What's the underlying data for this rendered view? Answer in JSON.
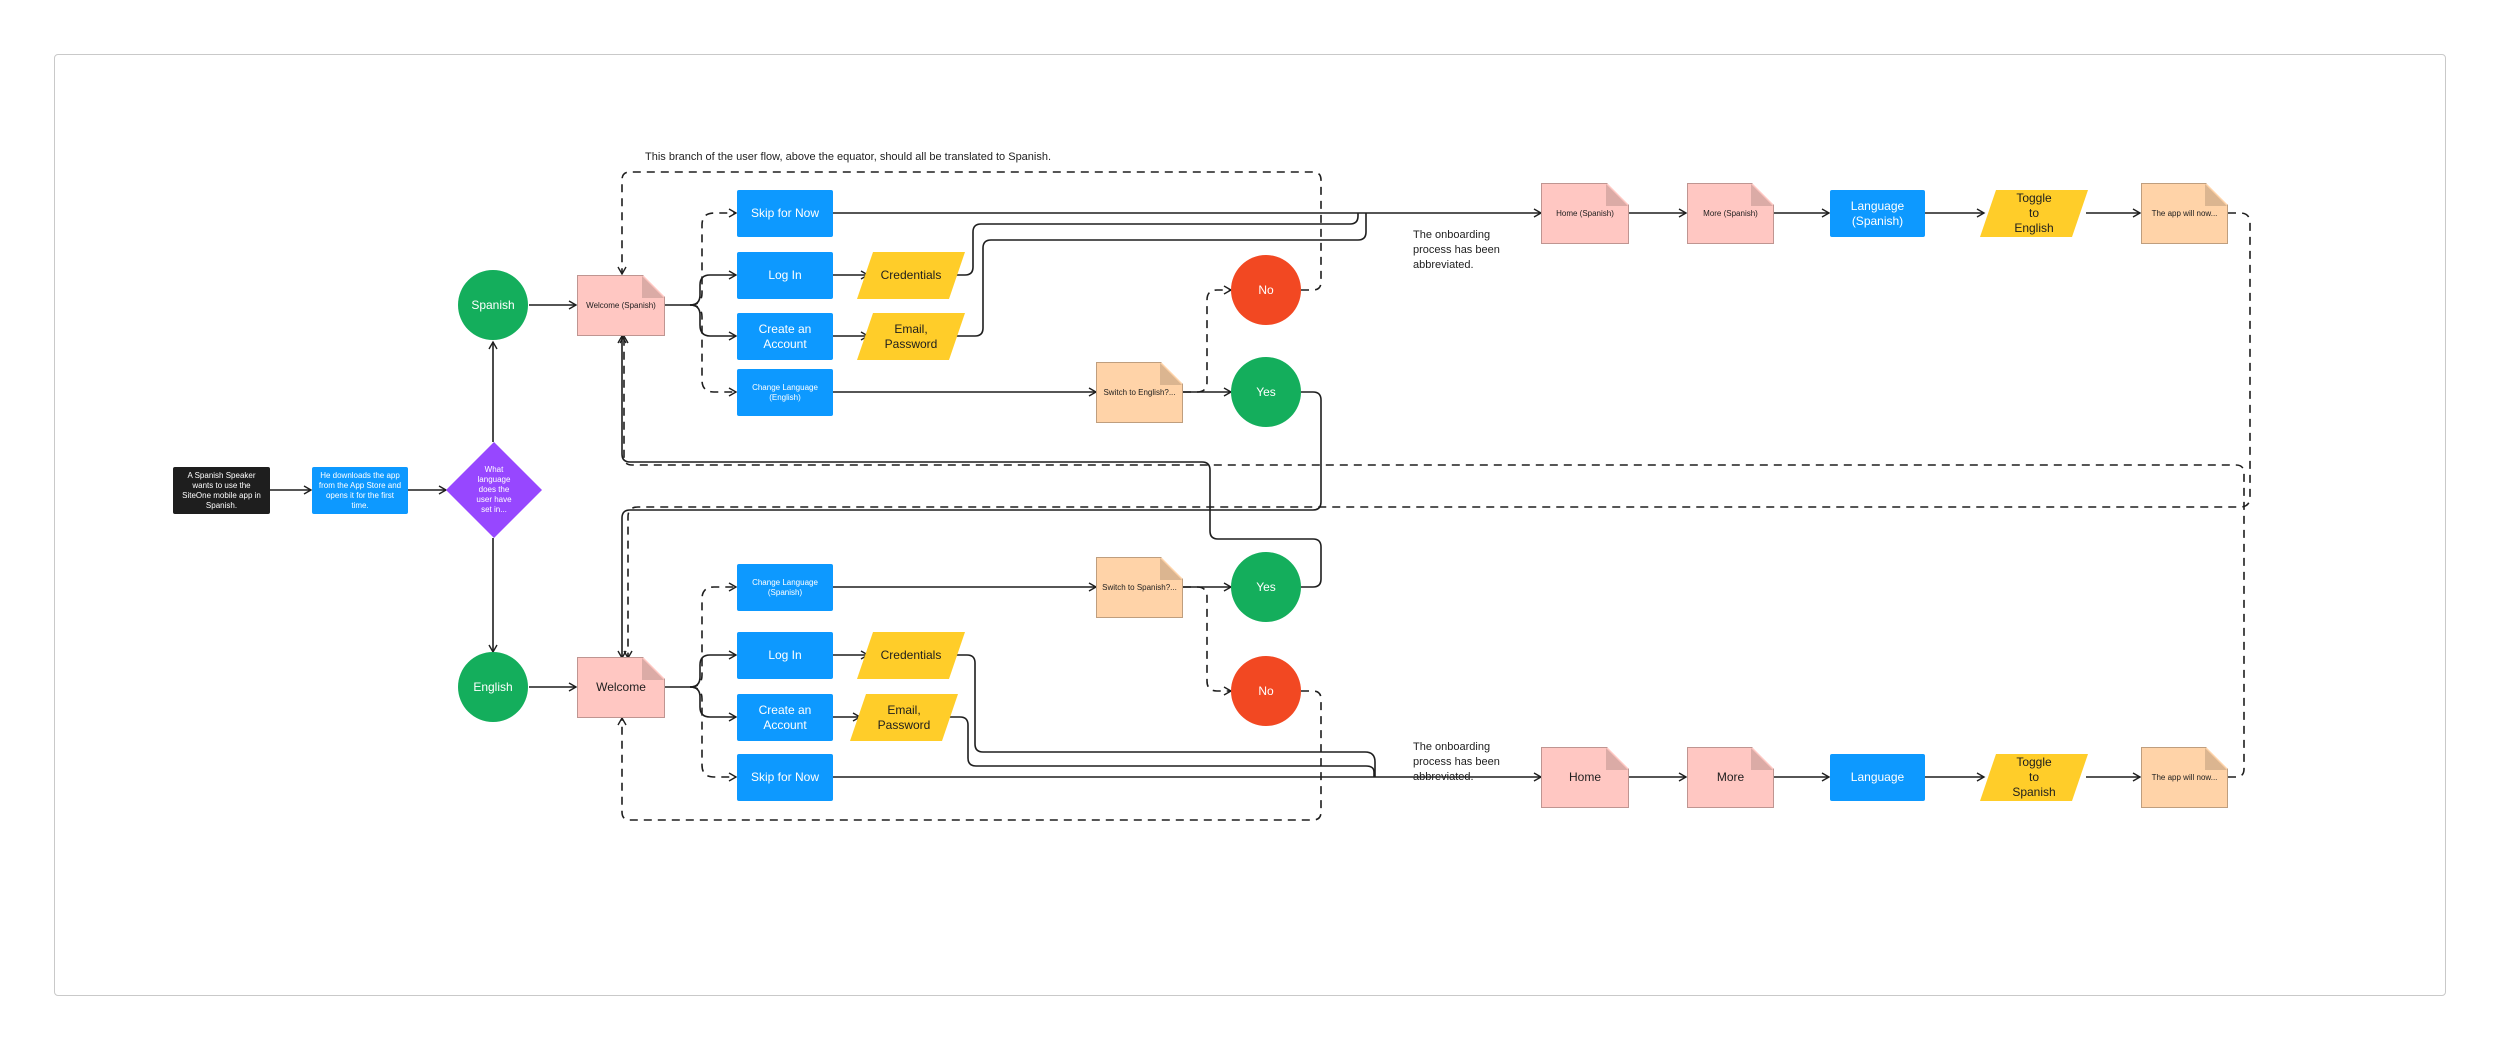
{
  "nodes": {
    "start": "A Spanish Speaker wants to use the SiteOne mobile app in Spanish.",
    "download": "He downloads the app from the App Store and opens it for the first time.",
    "decision": "What language does the user have set in...",
    "spanish": "Spanish",
    "english": "English",
    "welcome_spanish": "Welcome (Spanish)",
    "welcome": "Welcome",
    "skip_top": "Skip for Now",
    "login_top": "Log In",
    "create_top": "Create an Account",
    "change_lang_top": "Change Language (English)",
    "credentials_top": "Credentials",
    "email_top": "Email, Password",
    "switch_english": "Switch to English?...",
    "no_top": "No",
    "yes_top": "Yes",
    "change_lang_bottom": "Change Language (Spanish)",
    "login_bottom": "Log In",
    "create_bottom": "Create an Account",
    "skip_bottom": "Skip for Now",
    "credentials_bottom": "Credentials",
    "email_bottom": "Email, Password",
    "switch_spanish": "Switch to Spanish?...",
    "yes_bottom": "Yes",
    "no_bottom": "No",
    "home_spanish": "Home (Spanish)",
    "more_spanish": "More (Spanish)",
    "language_spanish": "Language (Spanish)",
    "toggle_english": "Toggle to English",
    "app_now_top": "The app will now...",
    "home": "Home",
    "more": "More",
    "language": "Language",
    "toggle_spanish": "Toggle to Spanish",
    "app_now_bottom": "The app will now..."
  },
  "annotations": {
    "equator_note": "This branch of the user flow, above the equator, should all be translated to Spanish.",
    "onboarding_top": "The onboarding process has been abbreviated.",
    "onboarding_bottom": "The onboarding process has been abbreviated."
  },
  "colors": {
    "blue": "#0d99ff",
    "green": "#14ae5c",
    "red": "#f24822",
    "purple": "#9747ff",
    "yellow": "#ffcd29",
    "pink": "#ffc7c2",
    "peach": "#ffd3a8",
    "dark": "#1e1e1e"
  }
}
